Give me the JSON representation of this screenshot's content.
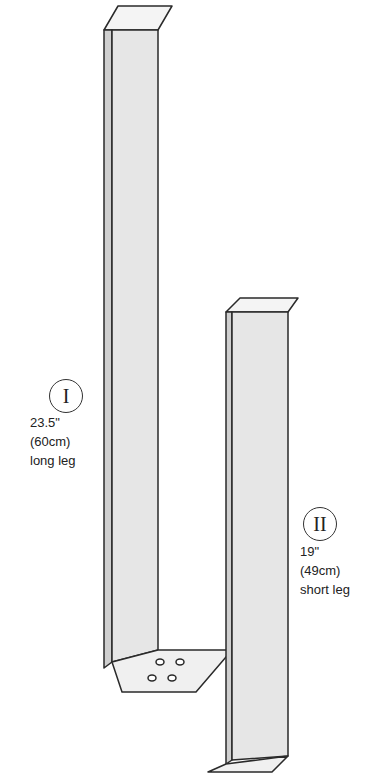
{
  "diagram": {
    "nodes": [
      {
        "text": [
          "I"
        ]
      },
      {
        "text": [
          "II"
        ]
      }
    ],
    "labels": [
      "23.5\" (60cm) long leg",
      "19\" (49cm) short leg"
    ]
  }
}
